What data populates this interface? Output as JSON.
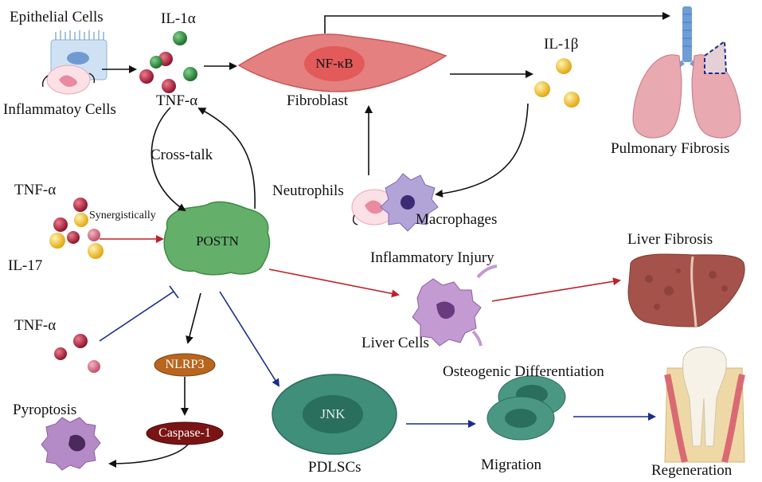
{
  "labels": {
    "epithelial_cells": "Epithelial Cells",
    "inflammatory_cells": "Inflammatoy Cells",
    "il1a": "IL-1α",
    "tnfa_top": "TNF-α",
    "nfkb": "NF-κB",
    "fibroblast": "Fibroblast",
    "il1b": "IL-1β",
    "pulmonary_fibrosis": "Pulmonary Fibrosis",
    "cross_talk": "Cross-talk",
    "neutrophils": "Neutrophils",
    "macrophages": "Macrophages",
    "tnfa_mid": "TNF-α",
    "synergistically": "Synergistically",
    "il17": "IL-17",
    "postn": "POSTN",
    "liver_fibrosis": "Liver Fibrosis",
    "inflammatory_injury": "Inflammatory Injury",
    "liver_cells": "Liver Cells",
    "tnfa_low": "TNF-α",
    "nlrp3": "NLRP3",
    "pyroptosis": "Pyroptosis",
    "caspase1": "Caspase-1",
    "jnk": "JNK",
    "pdlscs": "PDLSCs",
    "osteogenic_differentiation": "Osteogenic Differentiation",
    "migration": "Migration",
    "regeneration": "Regeneration"
  },
  "colors": {
    "black_arrow": "#111111",
    "red_arrow": "#c0202a",
    "blue_arrow": "#1a2d8c",
    "postn_green": "#5fae5f",
    "jnk_teal": "#3f8f7a",
    "nlrp3_orange": "#b8651e",
    "caspase_darkred": "#7a1414",
    "fibroblast_red": "#e07070",
    "il1a_green": "#2e8a3a",
    "tnf_red": "#b0213a",
    "il1b_yellow": "#f2c12a",
    "liver_brown": "#a5524a",
    "lung_pink": "#e8a8ae",
    "cell_purple": "#a872b8"
  }
}
